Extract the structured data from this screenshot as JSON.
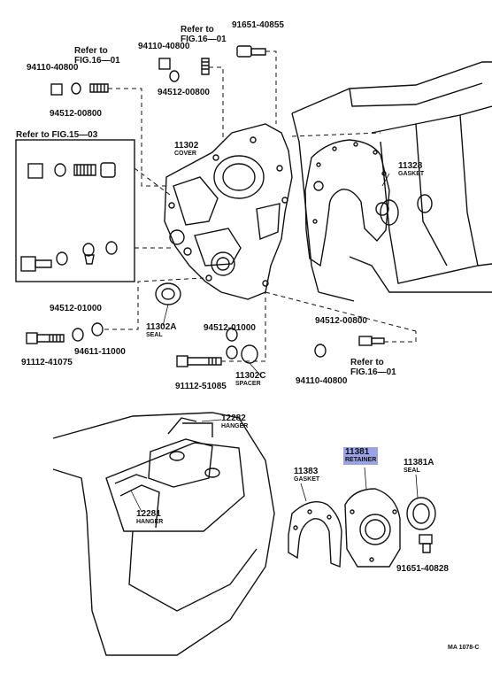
{
  "figure_code": "MA 1078-C",
  "highlight_color": "#9aa3e6",
  "refs": {
    "fig16_top_left": [
      "Refer to",
      "FIG.16—01"
    ],
    "fig16_top_right": [
      "Refer to",
      "FIG.16—01"
    ],
    "fig15": "Refer to FIG.15—03",
    "fig16_lower": [
      "Refer to",
      "FIG.16—01"
    ]
  },
  "parts": {
    "p94110_40800_a": "94110-40800",
    "p94512_00800_a": "94512-00800",
    "p94110_40800_b": "94110-40800",
    "p94512_00800_b": "94512-00800",
    "p91651_40855": "91651-40855",
    "p11302": {
      "number": "11302",
      "name": "COVER"
    },
    "p11328": {
      "number": "11328",
      "name": "GASKET"
    },
    "p94512_01000_a": "94512-01000",
    "p91112_41075": "91112-41075",
    "p94611_11000": "94611-11000",
    "p11302A": {
      "number": "11302A",
      "name": "SEAL"
    },
    "p94512_01000_b": "94512-01000",
    "p91112_51085": "91112-51085",
    "p11302C": {
      "number": "11302C",
      "name": "SPACER"
    },
    "p94512_00800_c": "94512-00800",
    "p94110_40800_c": "94110-40800",
    "p12282": {
      "number": "12282",
      "name": "HANGER"
    },
    "p12281": {
      "number": "12281",
      "name": "HANGER"
    },
    "p11383": {
      "number": "11383",
      "name": "GASKET"
    },
    "p11381": {
      "number": "11381",
      "name": "RETAINER"
    },
    "p11381A": {
      "number": "11381A",
      "name": "SEAL"
    },
    "p91651_40828": "91651-40828"
  }
}
